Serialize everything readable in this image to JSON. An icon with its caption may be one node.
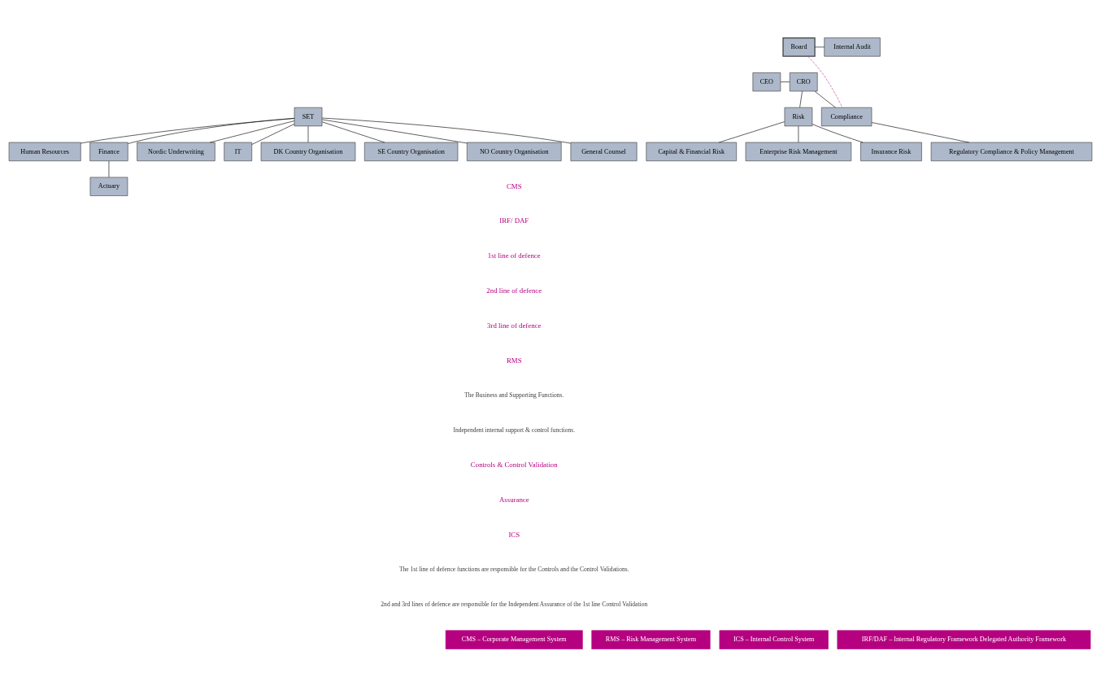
{
  "diagram": {
    "nodes": [
      {
        "text": [
          "Board"
        ]
      },
      {
        "text": [
          "Internal Audit"
        ]
      },
      {
        "text": [
          "CEO"
        ]
      },
      {
        "text": [
          "CRO"
        ]
      },
      {
        "text": [
          "SET"
        ]
      },
      {
        "text": [
          "Compliance"
        ]
      },
      {
        "text": [
          "Risk"
        ]
      },
      {
        "text": [
          "DK Country Organisation"
        ]
      },
      {
        "text": [
          "SE Country Organisation"
        ]
      },
      {
        "text": [
          "NO Country Organisation"
        ]
      },
      {
        "text": [
          "General Counsel"
        ]
      },
      {
        "text": [
          "Human Resources"
        ]
      },
      {
        "text": [
          "Finance"
        ]
      },
      {
        "text": [
          "Nordic Underwriting"
        ]
      },
      {
        "text": [
          "IT"
        ]
      },
      {
        "text": [
          "Actuary"
        ]
      },
      {
        "text": [
          "Regulatory Compliance & Policy Management"
        ]
      },
      {
        "text": [
          "Enterprise Risk Management"
        ]
      },
      {
        "text": [
          "Insurance Risk"
        ]
      },
      {
        "text": [
          "Capital & Financial Risk"
        ]
      },
      {
        "text": [
          "CMS – Corporate Management System"
        ]
      },
      {
        "text": [
          "RMS – Risk Management System"
        ]
      },
      {
        "text": [
          "ICS – Internal Control System"
        ]
      },
      {
        "text": [
          "IRF/DAF – Internal Regulatory Framework Delegated Authority Framework"
        ]
      }
    ],
    "edges": [
      {
        "from": 0,
        "to": 1,
        "arrow": "none"
      },
      {
        "from": 0,
        "to": 5,
        "arrow": "none",
        "style": "dashed",
        "color": "#c8409a"
      },
      {
        "from": 2,
        "to": 3,
        "arrow": "none"
      },
      {
        "from": 4,
        "to": 7,
        "arrow": "none"
      },
      {
        "from": 4,
        "to": 8,
        "arrow": "none"
      },
      {
        "from": 4,
        "to": 9,
        "arrow": "none"
      },
      {
        "from": 4,
        "to": 10,
        "arrow": "none"
      },
      {
        "from": 4,
        "to": 11,
        "arrow": "none"
      },
      {
        "from": 4,
        "to": 12,
        "arrow": "none"
      },
      {
        "from": 4,
        "to": 13,
        "arrow": "none"
      },
      {
        "from": 4,
        "to": 14,
        "arrow": "none"
      },
      {
        "from": 3,
        "to": 5,
        "arrow": "none"
      },
      {
        "from": 3,
        "to": 6,
        "arrow": "none"
      },
      {
        "from": 5,
        "to": 16,
        "arrow": "none"
      },
      {
        "from": 6,
        "to": 17,
        "arrow": "none"
      },
      {
        "from": 6,
        "to": 18,
        "arrow": "none"
      },
      {
        "from": 6,
        "to": 19,
        "arrow": "none"
      },
      {
        "from": 12,
        "to": 15,
        "arrow": "none"
      }
    ],
    "labels": [
      "CMS",
      "IRF/ DAF",
      "1st line of defence",
      "2nd line of defence",
      "3rd line of defence",
      "RMS",
      "The Business and Supporting Functions.",
      "Independent internal support & control functions.",
      "Controls & Control Validation",
      "Assurance",
      "ICS",
      "The 1st line of defence functions are responsible for the Controls and the Control Validations.",
      "2nd and 3rd lines of defence are responsible for the Independent Assurance of the 1st line Control Validation"
    ]
  }
}
